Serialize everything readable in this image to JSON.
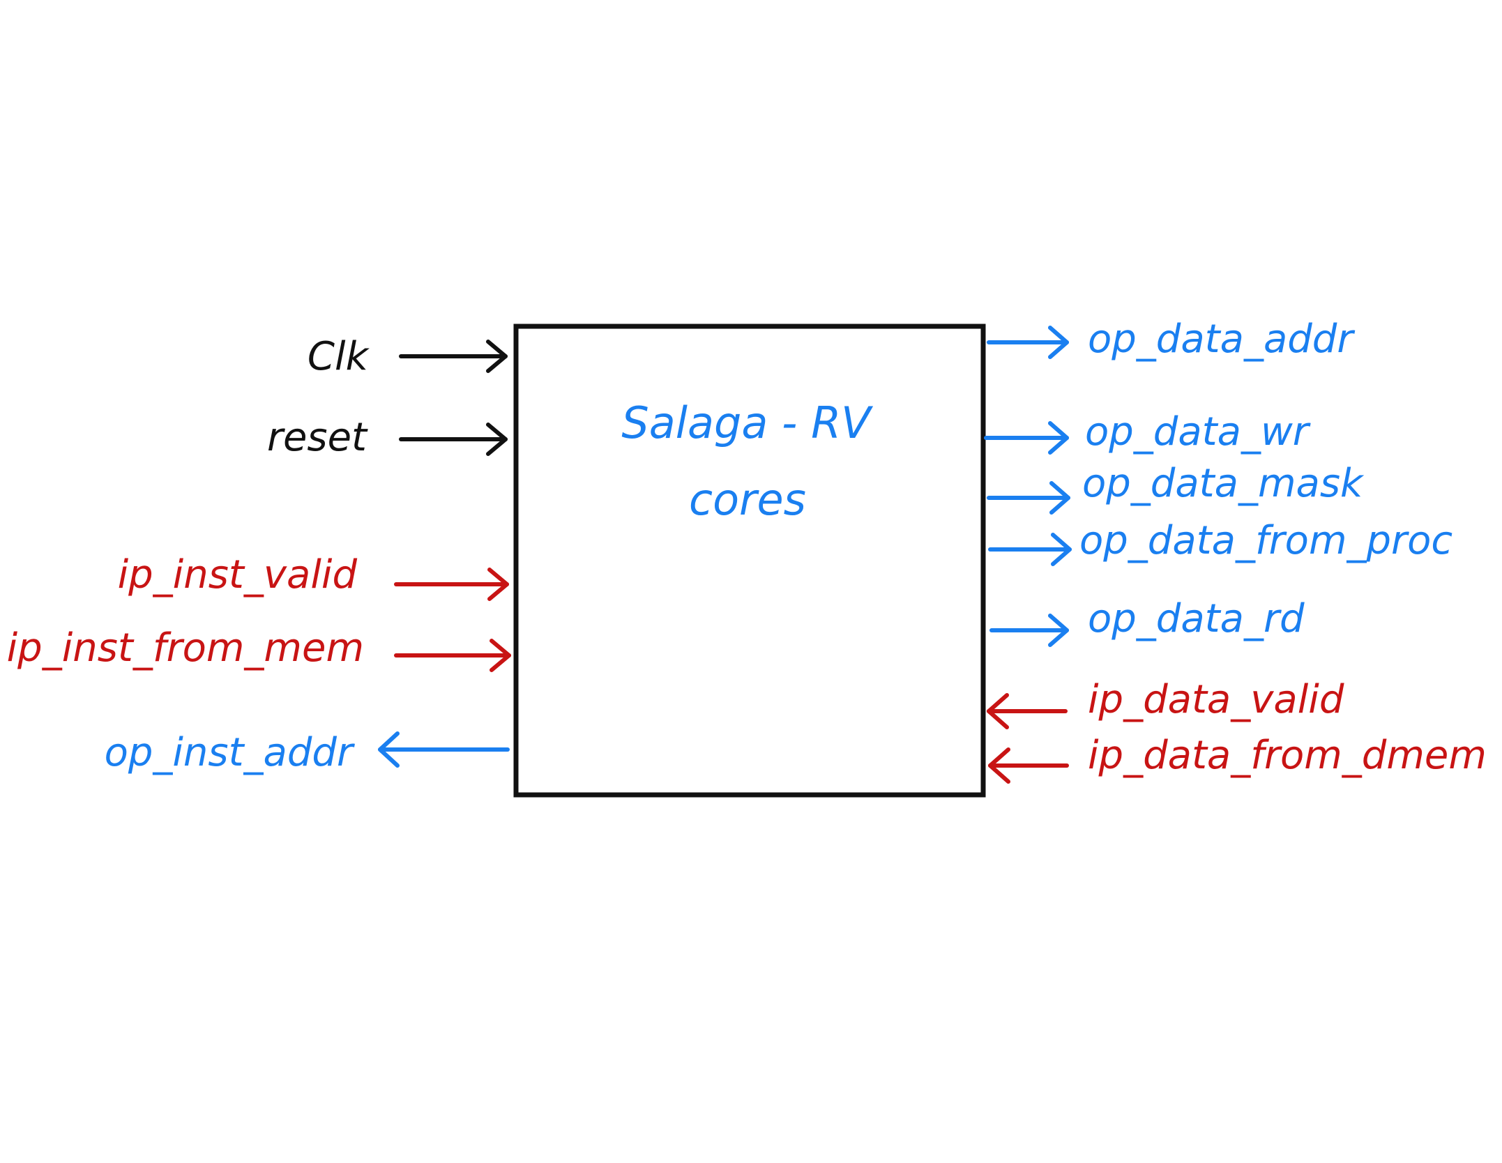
{
  "block": {
    "title": "Salaga - RV",
    "subtitle": "cores"
  },
  "colors": {
    "black": "#111111",
    "blue": "#1a7ff0",
    "red": "#c81414"
  },
  "signals": {
    "clk": "Clk",
    "reset": "reset",
    "ip_inst_valid": "ip_inst_valid",
    "ip_inst_from_mem": "ip_inst_from_mem",
    "op_inst_addr": "op_inst_addr",
    "op_data_addr": "op_data_addr",
    "op_data_wr": "op_data_wr",
    "op_data_mask": "op_data_mask",
    "op_data_from_proc": "op_data_from_proc",
    "op_data_rd": "op_data_rd",
    "ip_data_valid": "ip_data_valid",
    "ip_data_from_dmem": "ip_data_from_dmem"
  }
}
